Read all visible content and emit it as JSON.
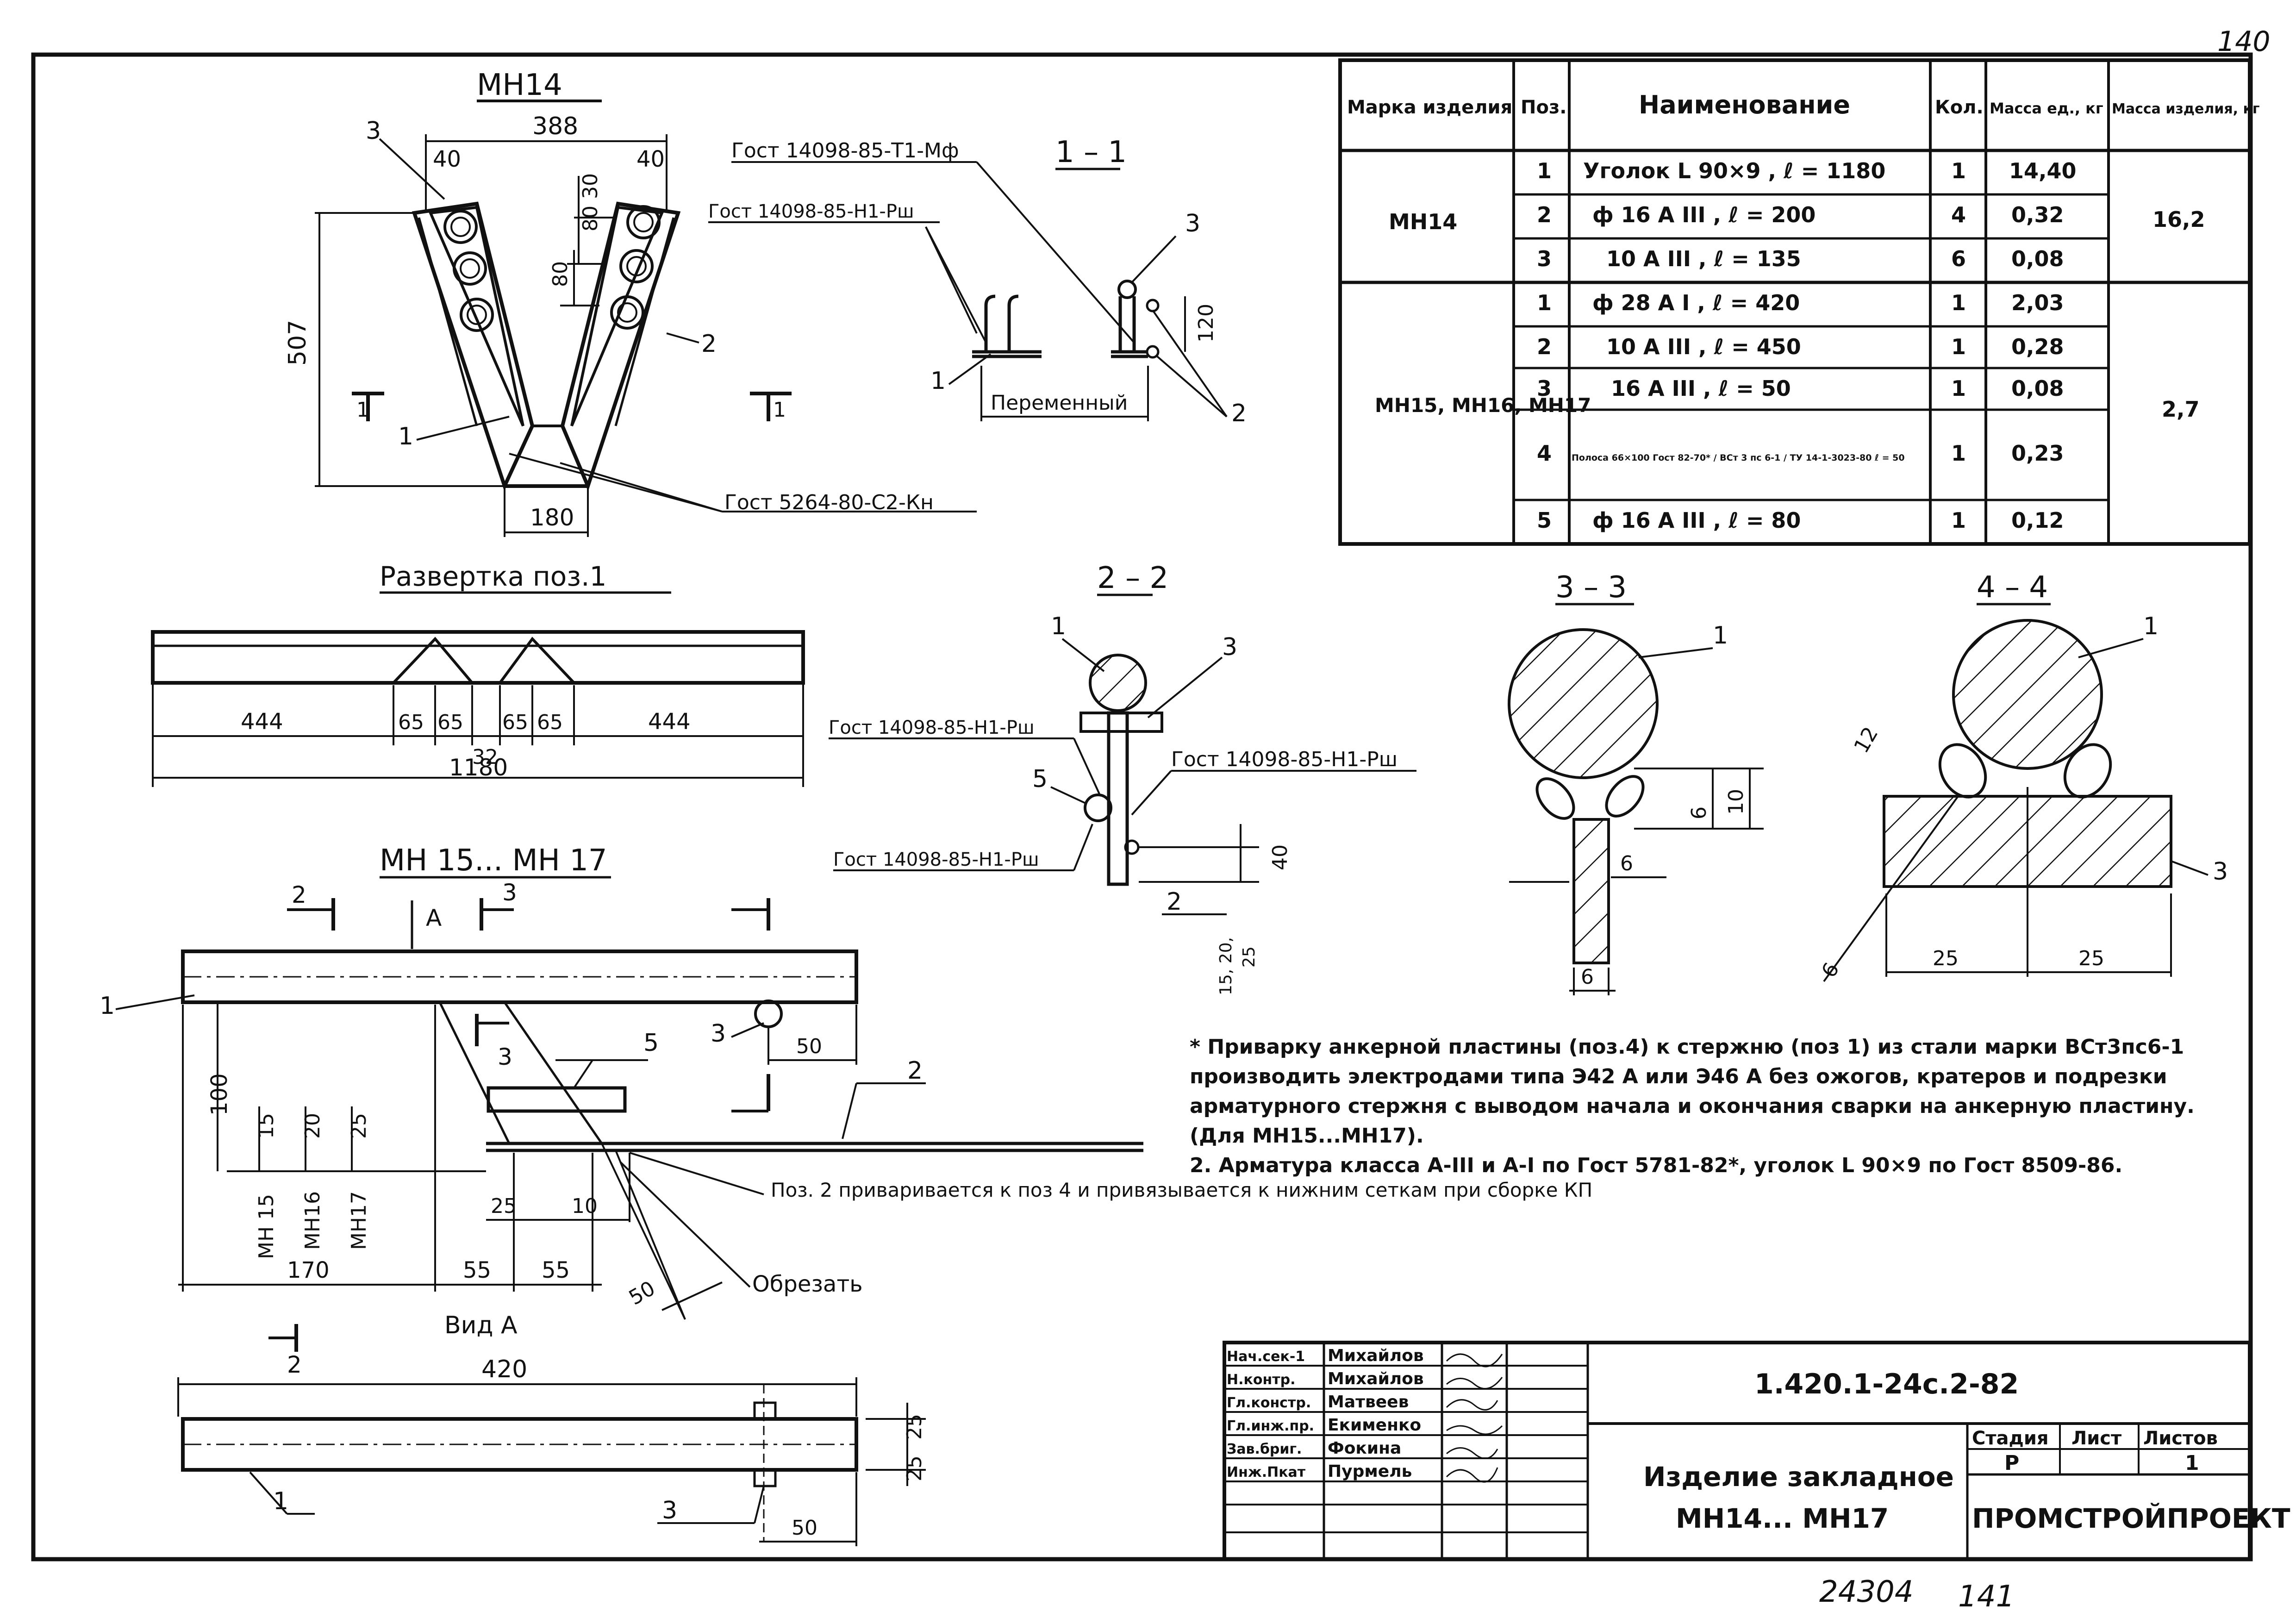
{
  "corner_sheet": "140",
  "drawing": {
    "mn14_title": "МН14",
    "dim_388": "388",
    "dim_40a": "40",
    "dim_40b": "40",
    "dim_80_30": "80 30",
    "dim_80": "80",
    "dim_507": "507",
    "dim_180": "180",
    "label_1": "1",
    "label_2": "2",
    "label_3": "3",
    "sec1_left": "1",
    "sec1_right": "1",
    "gost_t1mf": "Гост 14098-85-Т1-Мф",
    "gost_h1rsh_a": "Гост 14098-85-Н1-Рш",
    "gost_5264": "Гост 5264-80-С2-Кн",
    "section_1_1": "1 – 1",
    "pereminny": "Переменный",
    "dim_120": "120",
    "razvertka_title": "Развертка поз.1",
    "r_444a": "444",
    "r_65a": "65",
    "r_65b": "65",
    "r_65c": "65",
    "r_65d": "65",
    "r_444b": "444",
    "r_32": "32",
    "r_1180": "1180",
    "section_2_2": "2 – 2",
    "gost_h1rsh_b": "Гост 14098-85-Н1-Рш",
    "gost_h1rsh_c": "Гост 14098-85-Н1-Рш",
    "gost_h1rsh_d": "Гост 14098-85-Н1-Рш",
    "s22_dim40": "40",
    "s22_dim15": "15, 20,",
    "s22_dim25": "25",
    "s22_label5": "5",
    "section_3_3": "3 – 3",
    "section_4_4": "4 – 4",
    "s33_dim10": "10",
    "s33_dim6a": "6",
    "s33_dim6b": "6",
    "s33_dim6c": "6",
    "s44_dim12": "12",
    "s44_dim25a": "25",
    "s44_dim25b": "25",
    "s44_dim6": "6",
    "mn15_title": "МН 15... МН 17",
    "view_a": "А",
    "dim_100": "100",
    "dim_15": "15",
    "dim_20": "20",
    "dim_25v": "25",
    "lab_mn15": "МН 15",
    "lab_mn16": "МН16",
    "lab_mn17": "МН17",
    "dim_170": "170",
    "dim_55a": "55",
    "dim_55b": "55",
    "dim_25h": "25",
    "dim_10": "10",
    "dim_50a": "50",
    "dim_50b": "50",
    "pos2_note": "Поз. 2 приваривается к поз 4 и привязывается к нижним сеткам при сборке КП",
    "obrezat": "Обрезать",
    "vid_a": "Вид А",
    "dim_420": "420",
    "dim_25c": "25",
    "dim_25d": "25",
    "dim_50c": "50"
  },
  "spec_table": {
    "headers": [
      "Марка изделия",
      "Поз.",
      "Наименование",
      "Кол.",
      "Масса ед., кг",
      "Масса изделия, кг"
    ],
    "rows": [
      {
        "mark": "МН14",
        "pos": "1",
        "name": "Уголок L 90×9 , ℓ = 1180",
        "qty": "1",
        "mass": "14,40",
        "total": "16,2"
      },
      {
        "mark": "",
        "pos": "2",
        "name": "ф 16 А III , ℓ = 200",
        "qty": "4",
        "mass": "0,32",
        "total": ""
      },
      {
        "mark": "",
        "pos": "3",
        "name": "10 А III , ℓ = 135",
        "qty": "6",
        "mass": "0,08",
        "total": ""
      },
      {
        "mark": "МН15, МН16, МН17",
        "pos": "1",
        "name": "ф 28 А I , ℓ = 420",
        "qty": "1",
        "mass": "2,03",
        "total": "2,7"
      },
      {
        "mark": "",
        "pos": "2",
        "name": "10 А III , ℓ = 450",
        "qty": "1",
        "mass": "0,28",
        "total": ""
      },
      {
        "mark": "",
        "pos": "3",
        "name": "16 А III , ℓ = 50",
        "qty": "1",
        "mass": "0,08",
        "total": ""
      },
      {
        "mark": "",
        "pos": "4",
        "name": "Полоса 66×100 Гост 82-70* / ВСт 3 пс 6-1 / ТУ 14-1-3023-80 ℓ = 50",
        "qty": "1",
        "mass": "0,23",
        "total": ""
      },
      {
        "mark": "",
        "pos": "5",
        "name": "ф 16 А III , ℓ = 80",
        "qty": "1",
        "mass": "0,12",
        "total": ""
      }
    ]
  },
  "notes": [
    "* Приварку анкерной пластины (поз.4) к стержню (поз 1) из стали марки ВСт3пс6-1 производить электродами типа Э42 А или Э46 А без ожогов, кратеров и подрезки арматурного стержня с выводом начала и окончания сварки на анкерную пластину. (Для МН15...МН17).",
    "2. Арматура класса А-III и А-I по Гост 5781-82*, уголок L 90×9 по Гост 8509-86."
  ],
  "title_block": {
    "roles": [
      "Нач.сек-1",
      "Н.контр.",
      "Гл.констр.",
      "Гл.инж.пр.",
      "Зав.бриг.",
      "Инж.Пкат"
    ],
    "names": [
      "Михайлов",
      "Михайлов",
      "Матвеев",
      "Екименко",
      "Фокина",
      "Пурмель"
    ],
    "code": "1.420.1-24с.2-82",
    "title_line1": "Изделие закладное",
    "title_line2": "МН14... МН17",
    "stage_label": "Стадия",
    "sheet_label": "Лист",
    "sheets_label": "Листов",
    "stage_value": "Р",
    "sheets_value": "1",
    "org": "ПРОМСТРОЙПРОЕКТ"
  },
  "footer_numbers": {
    "archive": "24304",
    "page": "141"
  }
}
